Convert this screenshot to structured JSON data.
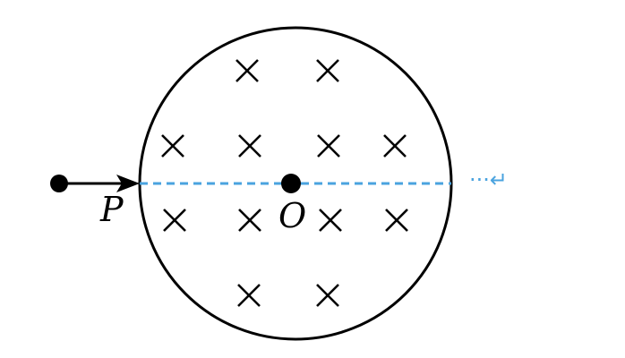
{
  "labels": {
    "point_p": "P",
    "center_o": "O"
  },
  "editor_marks": {
    "paragraph_mark": "···↵"
  },
  "field": {
    "symbol": "×",
    "direction": "into page",
    "rows": [
      2,
      4,
      4,
      2
    ]
  },
  "colors": {
    "ink": "#000000",
    "diameter_line": "#4aa3df",
    "paragraph_mark": "#4aa3df"
  },
  "icons": {
    "particle": "filled-dot",
    "velocity": "right-arrow"
  }
}
